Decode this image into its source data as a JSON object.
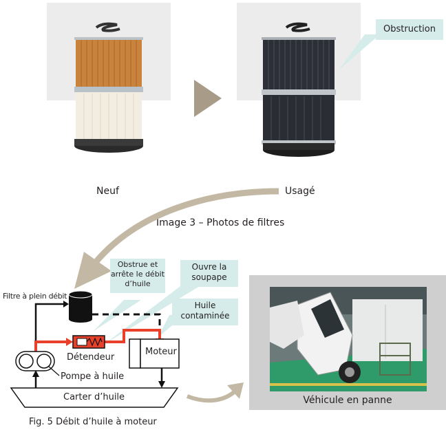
{
  "photos": {
    "new_label": "Neuf",
    "used_label": "Usagé",
    "obstruction_callout": "Obstruction",
    "caption": "Image 3 – Photos de filtres"
  },
  "diagram": {
    "callouts": {
      "clog": "Obstrue et arrête le débit d’huile",
      "valve": "Ouvre la soupape",
      "contaminated": "Huile contaminée"
    },
    "labels": {
      "full_flow_filter": "Filtre à plein débit",
      "relief_valve": "Détendeur",
      "engine": "Moteur",
      "oil_pump": "Pompe à huile",
      "oil_pan": "Carter d’huile"
    },
    "caption": "Fig. 5 Débit d’huile à moteur",
    "colors": {
      "bypass_flow": "#e8402a",
      "arrow": "#c2b8a3",
      "callout_bg": "#d5ecea"
    }
  },
  "vehicle": {
    "label": "Véhicule en panne"
  }
}
